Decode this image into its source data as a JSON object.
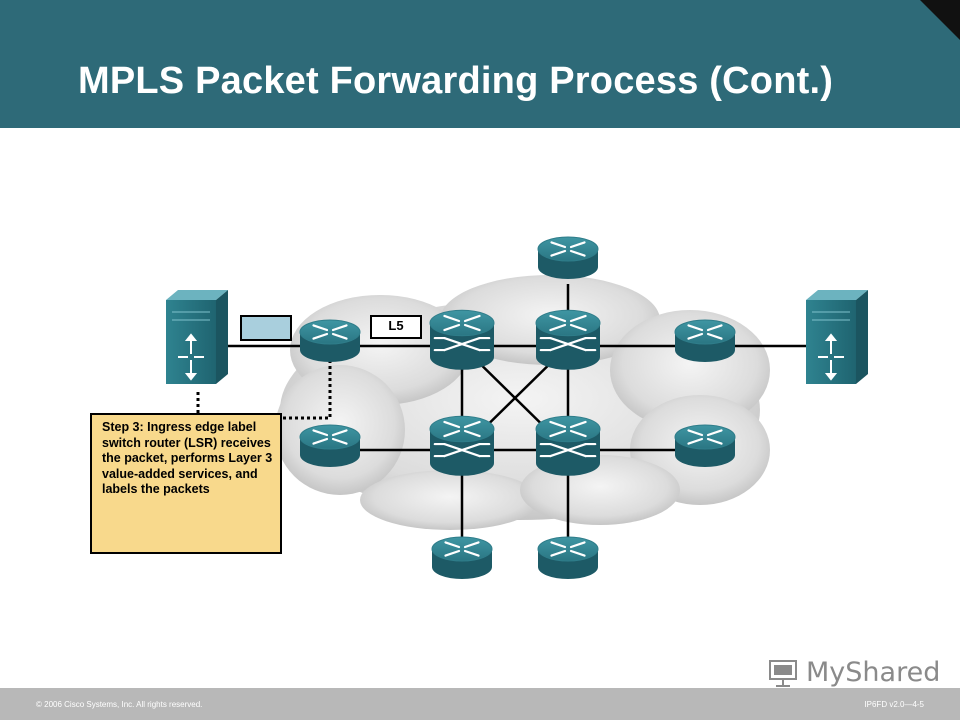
{
  "slide": {
    "title": "MPLS Packet Forwarding Process (Cont.)",
    "label": "L5",
    "step_text": "Step 3: Ingress edge label switch router (LSR) receives the packet, performs Layer 3 value-added services, and labels the packets"
  },
  "footer": {
    "copyright": "© 2006 Cisco Systems, Inc. All rights reserved.",
    "code": "IP6FD v2.0—4-5"
  },
  "watermark": {
    "text": "MyShared",
    "icon": "presentation-icon"
  },
  "colors": {
    "header": "#2e6a78",
    "router": "#2f7d8a",
    "step_box": "#f8d98c",
    "packet": "#a9cfdd",
    "footer": "#b8b8b8"
  }
}
